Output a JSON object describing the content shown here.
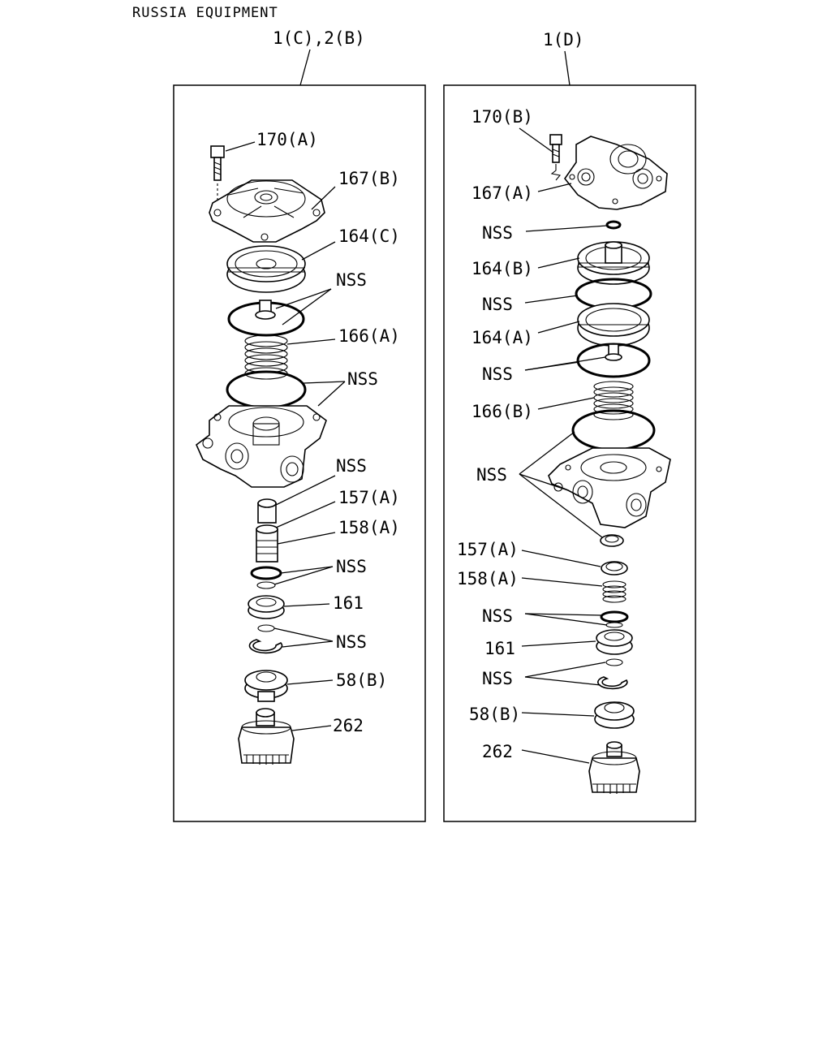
{
  "title": "RUSSIA EQUIPMENT",
  "panels": [
    {
      "header": "1(C),2(B)",
      "labels": [
        "170(A)",
        "167(B)",
        "164(C)",
        "NSS",
        "166(A)",
        "NSS",
        "NSS",
        "157(A)",
        "158(A)",
        "NSS",
        "161",
        "NSS",
        "58(B)",
        "262"
      ]
    },
    {
      "header": "1(D)",
      "labels": [
        "170(B)",
        "167(A)",
        "NSS",
        "164(B)",
        "NSS",
        "164(A)",
        "NSS",
        "166(B)",
        "NSS",
        "157(A)",
        "158(A)",
        "NSS",
        "161",
        "NSS",
        "58(B)",
        "262"
      ]
    }
  ]
}
